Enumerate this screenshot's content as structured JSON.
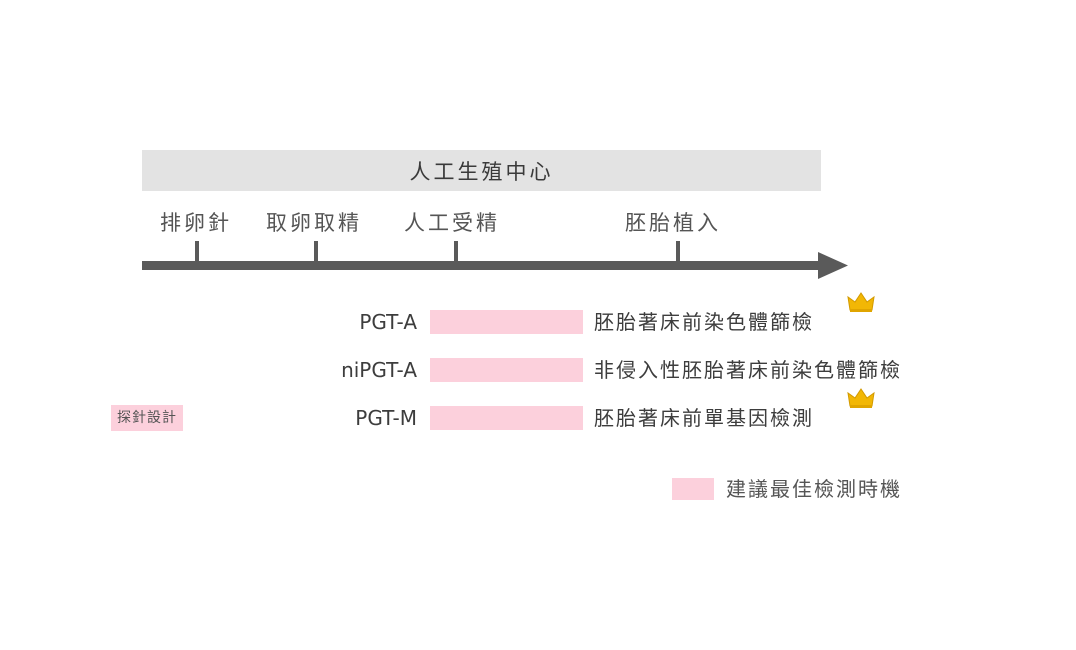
{
  "header": {
    "title": "人工生殖中心"
  },
  "timeline": {
    "stages": [
      "排卵針",
      "取卵取精",
      "人工受精",
      "胚胎植入"
    ]
  },
  "rows": [
    {
      "code": "PGT-A",
      "description": "胚胎著床前染色體篩檢",
      "crown": true
    },
    {
      "code": "niPGT-A",
      "description": "非侵入性胚胎著床前染色體篩檢",
      "crown": false
    },
    {
      "code": "PGT-M",
      "description": "胚胎著床前單基因檢測",
      "crown": true
    }
  ],
  "tag": {
    "label": "探針設計"
  },
  "legend": {
    "label": "建議最佳檢測時機"
  },
  "colors": {
    "band": "#e3e3e3",
    "arrow": "#5a5a5a",
    "highlight": "#fcd0dc",
    "crown": "#f2b705"
  }
}
